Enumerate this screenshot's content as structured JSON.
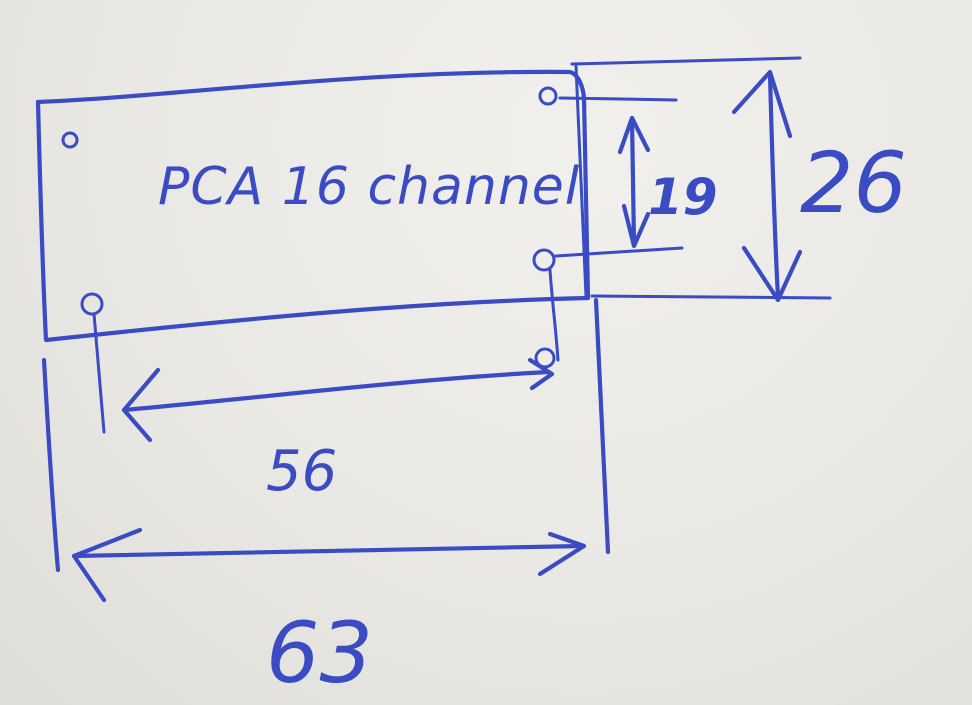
{
  "sketch": {
    "board_label": "PCA 16 channel",
    "dimensions": {
      "hole_vertical_spacing": "19",
      "board_height": "26",
      "hole_horizontal_spacing": "56",
      "board_width": "63"
    },
    "ink_color": "#3a4bc4",
    "paper_color": "#ecebe7"
  }
}
